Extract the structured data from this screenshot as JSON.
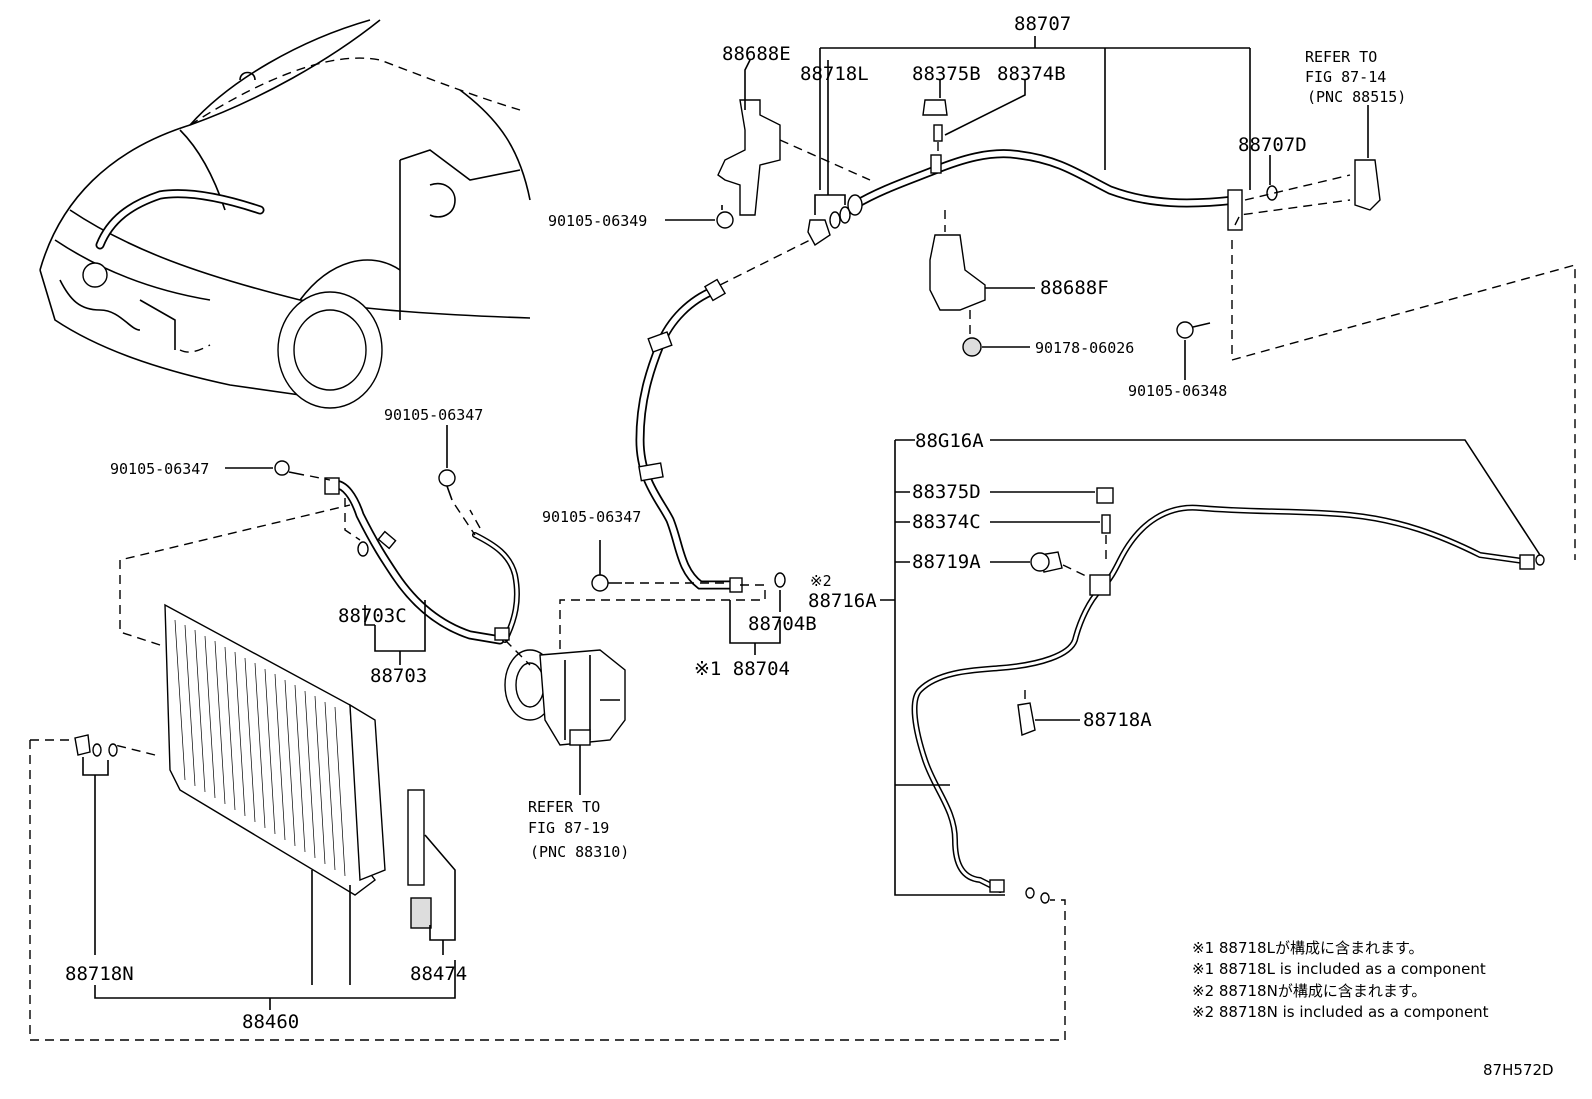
{
  "diagram_code": "87H572D",
  "labels": {
    "p88707": "88707",
    "p88688E": "88688E",
    "p88718L": "88718L",
    "p88375B": "88375B",
    "p88374B": "88374B",
    "p88707D": "88707D",
    "p88688F": "88688F",
    "p90178": "90178-06026",
    "p90105_06348": "90105-06348",
    "p90105_06349": "90105-06349",
    "p90105_06347_a": "90105-06347",
    "p90105_06347_b": "90105-06347",
    "p90105_06347_c": "90105-06347",
    "p88703C": "88703C",
    "p88703": "88703",
    "p88704B": "88704B",
    "p88704": "※1 88704",
    "p88716A": "88716A",
    "p88716A_mark": "※2",
    "p88G16A": "88G16A",
    "p88375D": "88375D",
    "p88374C": "88374C",
    "p88719A": "88719A",
    "p88718A": "88718A",
    "p88718N": "88718N",
    "p88474": "88474",
    "p88460": "88460"
  },
  "refs": {
    "fig_87_14": [
      "REFER TO",
      "FIG 87-14",
      "(PNC 88515)"
    ],
    "fig_87_19": [
      "REFER TO",
      "FIG 87-19",
      "(PNC 88310)"
    ]
  },
  "notes": [
    "※1 88718Lが構成に含まれます。",
    "※1 88718L is included as a component",
    "※2 88718Nが構成に含まれます。",
    "※2 88718N is included as a component"
  ]
}
